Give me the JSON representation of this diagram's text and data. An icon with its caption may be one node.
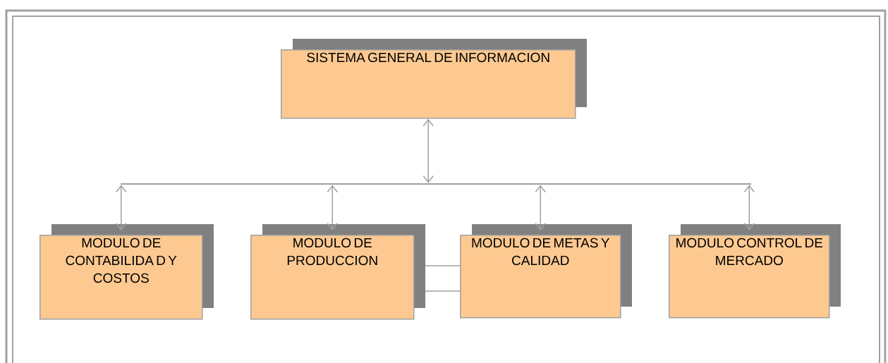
{
  "diagram": {
    "nodes": [
      {
        "text": [
          "SISTEMA GENERAL DE INFORMACION"
        ]
      },
      {
        "text": [],
        "shape": "bar"
      },
      {
        "text": [
          "MODULO DE CONTABILIDA D Y COSTOS"
        ]
      },
      {
        "text": [
          "MODULO DE PRODUCCION"
        ]
      },
      {
        "text": [
          "MODULO DE METAS Y CALIDAD"
        ]
      },
      {
        "text": [
          "MODULO CONTROL DE MERCADO"
        ]
      }
    ],
    "edges": [
      {
        "from": 0,
        "to": 1,
        "arrow": "both"
      },
      {
        "from": 1,
        "to": 2,
        "arrow": "both"
      },
      {
        "from": 1,
        "to": 3,
        "arrow": "both"
      },
      {
        "from": 1,
        "to": 4,
        "arrow": "both"
      },
      {
        "from": 1,
        "to": 5,
        "arrow": "both"
      },
      {
        "from": 3,
        "to": 4,
        "arrow": "none"
      },
      {
        "from": 3,
        "to": 4,
        "arrow": "none"
      }
    ]
  }
}
